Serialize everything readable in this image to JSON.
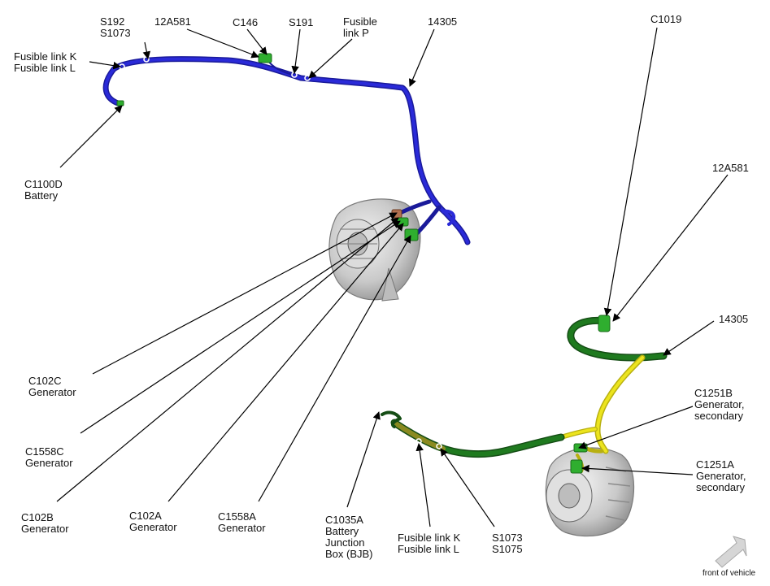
{
  "colors": {
    "harness_blue": "#2020c8",
    "harness_dark_blue": "#1a1a9a",
    "harness_yellow": "#e8e020",
    "harness_green": "#1f7a1f",
    "harness_olive": "#8a8a20",
    "connector_green": "#2fae2f",
    "generator_grey": "#c8c8c8",
    "leader": "#000000",
    "arrow_grey": "#cfcfcf"
  },
  "labels": {
    "s192": "S192\nS1073",
    "c12a581_top": "12A581",
    "c146": "C146",
    "s191": "S191",
    "fusible_p": "Fusible\nlink P",
    "w14305_top": "14305",
    "fusible_kl_top": "Fusible link K\nFusible link L",
    "c1100d": "C1100D\nBattery",
    "c1019": "C1019",
    "c12a581_right": "12A581",
    "w14305_right": "14305",
    "c102c": "C102C\nGenerator",
    "c1558c": "C1558C\nGenerator",
    "c102b": "C102B\nGenerator",
    "c102a": "C102A\nGenerator",
    "c1558a": "C1558A\nGenerator",
    "c1035a": "C1035A\nBattery\nJunction\nBox (BJB)",
    "fusible_kl_bottom": "Fusible link K\nFusible link L",
    "s1073_s1075": "S1073\nS1075",
    "c1251b": "C1251B\nGenerator,\nsecondary",
    "c1251a": "C1251A\nGenerator,\nsecondary",
    "front_of_vehicle": "front of vehicle"
  },
  "icons": {
    "front_arrow": "arrow-down-left-icon"
  }
}
